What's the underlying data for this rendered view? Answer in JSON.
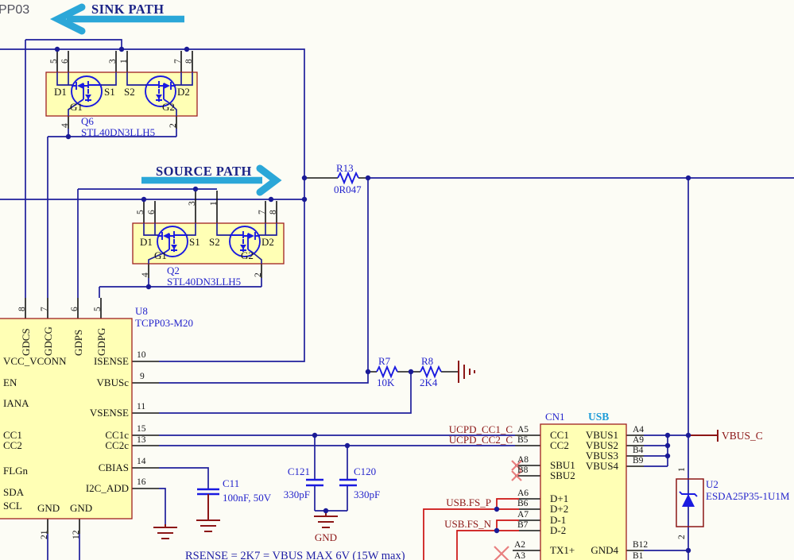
{
  "page": {
    "corner_label": "PP03",
    "note": "RSENSE = 2K7 = VBUS MAX 6V (15W max)"
  },
  "annotations": {
    "sink": "SINK PATH",
    "source": "SOURCE PATH"
  },
  "nets": {
    "ucpd_cc1": "UCPD_CC1_C",
    "ucpd_cc2": "UCPD_CC2_C",
    "usb_p": "USB.FS_P",
    "usb_n": "USB.FS_N",
    "vbus": "VBUS_C",
    "gnd": "GND"
  },
  "q6": {
    "ref": "Q6",
    "part": "STL40DN3LLH5",
    "d1": "D1",
    "s1": "S1",
    "s2": "S2",
    "d2": "D2",
    "g1": "G1",
    "g2": "G2",
    "p5": "5",
    "p6": "6",
    "p3": "3",
    "p1": "1",
    "p7": "7",
    "p8": "8",
    "p4": "4",
    "p2": "2"
  },
  "q2": {
    "ref": "Q2",
    "part": "STL40DN3LLH5",
    "d1": "D1",
    "s1": "S1",
    "s2": "S2",
    "d2": "D2",
    "g1": "G1",
    "g2": "G2",
    "p5": "5",
    "p6": "6",
    "p3": "3",
    "p1": "1",
    "p7": "7",
    "p8": "8",
    "p4": "4",
    "p2": "2"
  },
  "r13": {
    "ref": "R13",
    "value": "0R047"
  },
  "r7": {
    "ref": "R7",
    "value": "10K"
  },
  "r8": {
    "ref": "R8",
    "value": "2K4"
  },
  "c11": {
    "ref": "C11",
    "value": "100nF, 50V"
  },
  "c121": {
    "ref": "C121",
    "value": "330pF"
  },
  "c120": {
    "ref": "C120",
    "value": "330pF"
  },
  "u8": {
    "ref": "U8",
    "part": "TCPP03-M20",
    "pin8": "8",
    "pin7": "7",
    "pin6": "6",
    "pin5": "5",
    "gdcs": "GDCS",
    "gdcg": "GDCG",
    "gdps": "GDPS",
    "gdpg": "GDPG",
    "vcc": "VCC_VCONN",
    "en": "EN",
    "iana": "IANA",
    "cc1": "CC1",
    "cc2": "CC2",
    "flgn": "FLGn",
    "sda": "SDA",
    "scl": "SCL",
    "gnd_a": "GND",
    "gnd_b": "GND",
    "pin21": "21",
    "pin12": "12",
    "isense": "ISENSE",
    "vbusc": "VBUSc",
    "vsense": "VSENSE",
    "cc1c": "CC1c",
    "cc2c": "CC2c",
    "cbias": "CBIAS",
    "i2c_add": "I2C_ADD",
    "pin10": "10",
    "pin9": "9",
    "pin11": "11",
    "pin15": "15",
    "pin13": "13",
    "pin14": "14",
    "pin16": "16"
  },
  "cn1": {
    "ref": "CN1",
    "tag": "USB",
    "a5": "A5",
    "b5": "B5",
    "a8": "A8",
    "b8": "B8",
    "a6": "A6",
    "b6": "B6",
    "a7": "A7",
    "b7": "B7",
    "a2": "A2",
    "a3": "A3",
    "cc1": "CC1",
    "cc2": "CC2",
    "sbu1": "SBU1",
    "sbu2": "SBU2",
    "dp1": "D+1",
    "dp2": "D+2",
    "dm1": "D-1",
    "dm2": "D-2",
    "tx1p": "TX1+",
    "a4": "A4",
    "a9": "A9",
    "b4": "B4",
    "b9": "B9",
    "b12": "B12",
    "b1": "B1",
    "vbus1": "VBUS1",
    "vbus2": "VBUS2",
    "vbus3": "VBUS3",
    "vbus4": "VBUS4",
    "gnd4": "GND4"
  },
  "u2": {
    "ref": "U2",
    "part": "ESDA25P35-1U1M",
    "pin1": "1",
    "pin2": "2"
  },
  "colors": {
    "wire": "#1F1F9C",
    "symbol": "#1A1AE0",
    "net_label": "#8C1616",
    "red_wire": "#CC1111",
    "body_fill": "#FFFFB5",
    "body_stroke": "#9F2020",
    "cyan_arrow": "#2BA7D8"
  }
}
